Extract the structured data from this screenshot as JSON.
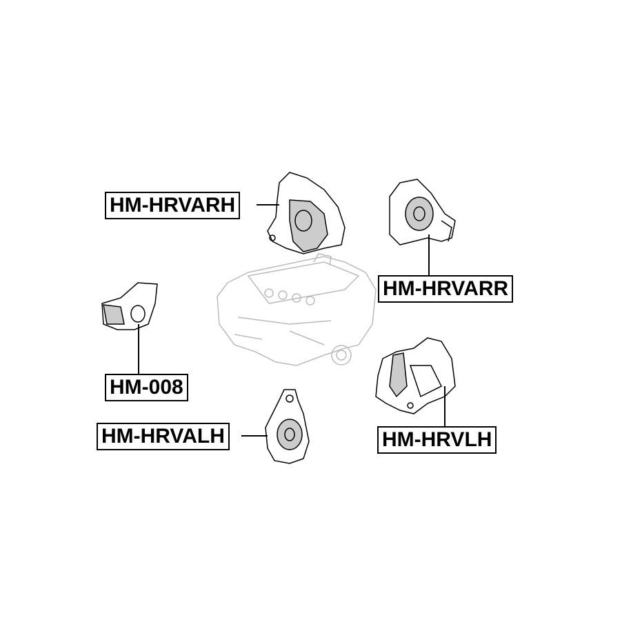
{
  "labels": {
    "rh": "HM-HRVARH",
    "rr": "HM-HRVARR",
    "m008": "HM-008",
    "alh": "HM-HRVALH",
    "vlh": "HM-HRVLH"
  }
}
